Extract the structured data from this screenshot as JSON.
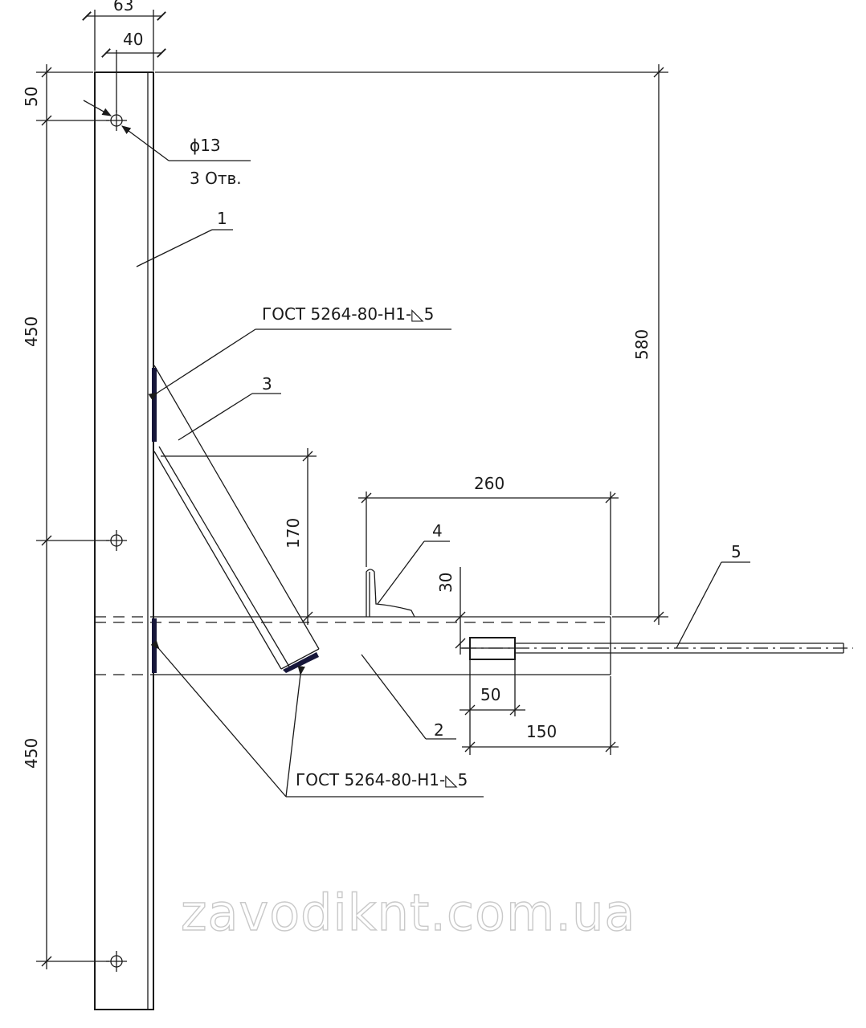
{
  "dimensions": {
    "top_overall": "63",
    "top_hole_offset": "40",
    "left_top": "50",
    "left_middle": "450",
    "left_bottom": "450",
    "right_height": "580",
    "brace_height": "170",
    "arm_span": "260",
    "stop_height": "30",
    "clamp_width": "50",
    "clamp_offset": "150"
  },
  "hole_note": {
    "diameter": "ϕ13",
    "count": "3 Отв."
  },
  "weld_symbol_upper": "ГОСТ 5264-80-Н1-◺5",
  "weld_symbol_lower": "ГОСТ 5264-80-Н1-◺5",
  "part_numbers": {
    "post": "1",
    "arm": "2",
    "brace": "3",
    "stop": "4",
    "rod": "5"
  },
  "watermark": "zavodiknt.com.ua",
  "colors": {
    "line": "#1a1a1a",
    "weld": "#16163a",
    "watermark_stroke": "#c9c9c9"
  }
}
